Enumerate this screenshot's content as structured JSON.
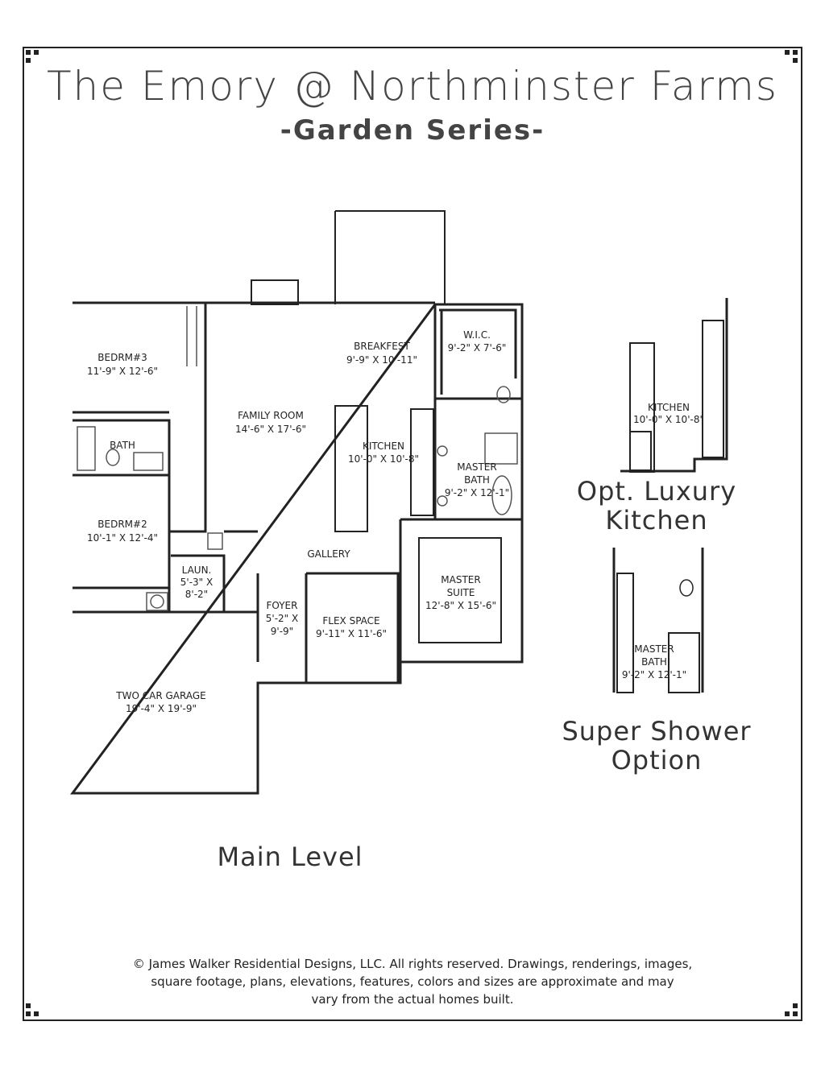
{
  "header": {
    "title": "The Emory @ Northminster Farms",
    "subtitle": "-Garden Series-"
  },
  "rooms": {
    "bedrm3": {
      "name": "BEDRM#3",
      "dims": "11'-9\" X 12'-6\""
    },
    "bath": {
      "name": "BATH"
    },
    "bedrm2": {
      "name": "BEDRM#2",
      "dims": "10'-1\" X 12'-4\""
    },
    "laun": {
      "name": "LAUN.",
      "dims1": "5'-3\" X",
      "dims2": "8'-2\""
    },
    "family": {
      "name": "FAMILY ROOM",
      "dims": "14'-6\" X 17'-6\""
    },
    "breakfast": {
      "name": "BREAKFEST",
      "dims": "9'-9\" X 10'-11\""
    },
    "kitchen": {
      "name": "KITCHEN",
      "dims": "10'-0\" X 10'-8\""
    },
    "wic": {
      "name": "W.I.C.",
      "dims": "9'-2\" X 7'-6\""
    },
    "master_bath": {
      "name1": "MASTER",
      "name2": "BATH",
      "dims": "9'-2\" X 12'-1\""
    },
    "gallery": {
      "name": "GALLERY"
    },
    "master_suite": {
      "name1": "MASTER",
      "name2": "SUITE",
      "dims": "12'-8\" X 15'-6\""
    },
    "foyer": {
      "name": "FOYER",
      "dims1": "5'-2\" X",
      "dims2": "9'-9\""
    },
    "flex": {
      "name": "FLEX SPACE",
      "dims": "9'-11\" X 11'-6\""
    },
    "garage": {
      "name": "TWO CAR GARAGE",
      "dims": "19'-4\" X 19'-9\""
    }
  },
  "options": {
    "kitchen": {
      "name": "KITCHEN",
      "dims": "10'-0\" X 10'-8\"",
      "caption1": "Opt. Luxury",
      "caption2": "Kitchen"
    },
    "shower": {
      "name1": "MASTER",
      "name2": "BATH",
      "dims": "9'-2\" X 12'-1\"",
      "caption1": "Super Shower",
      "caption2": "Option"
    }
  },
  "level_label": "Main Level",
  "footer": {
    "line1": "© James Walker Residential Designs, LLC. All rights reserved. Drawings, renderings, images,",
    "line2": "square footage, plans, elevations, features, colors and sizes are approximate and may",
    "line3": "vary from the actual homes built."
  }
}
